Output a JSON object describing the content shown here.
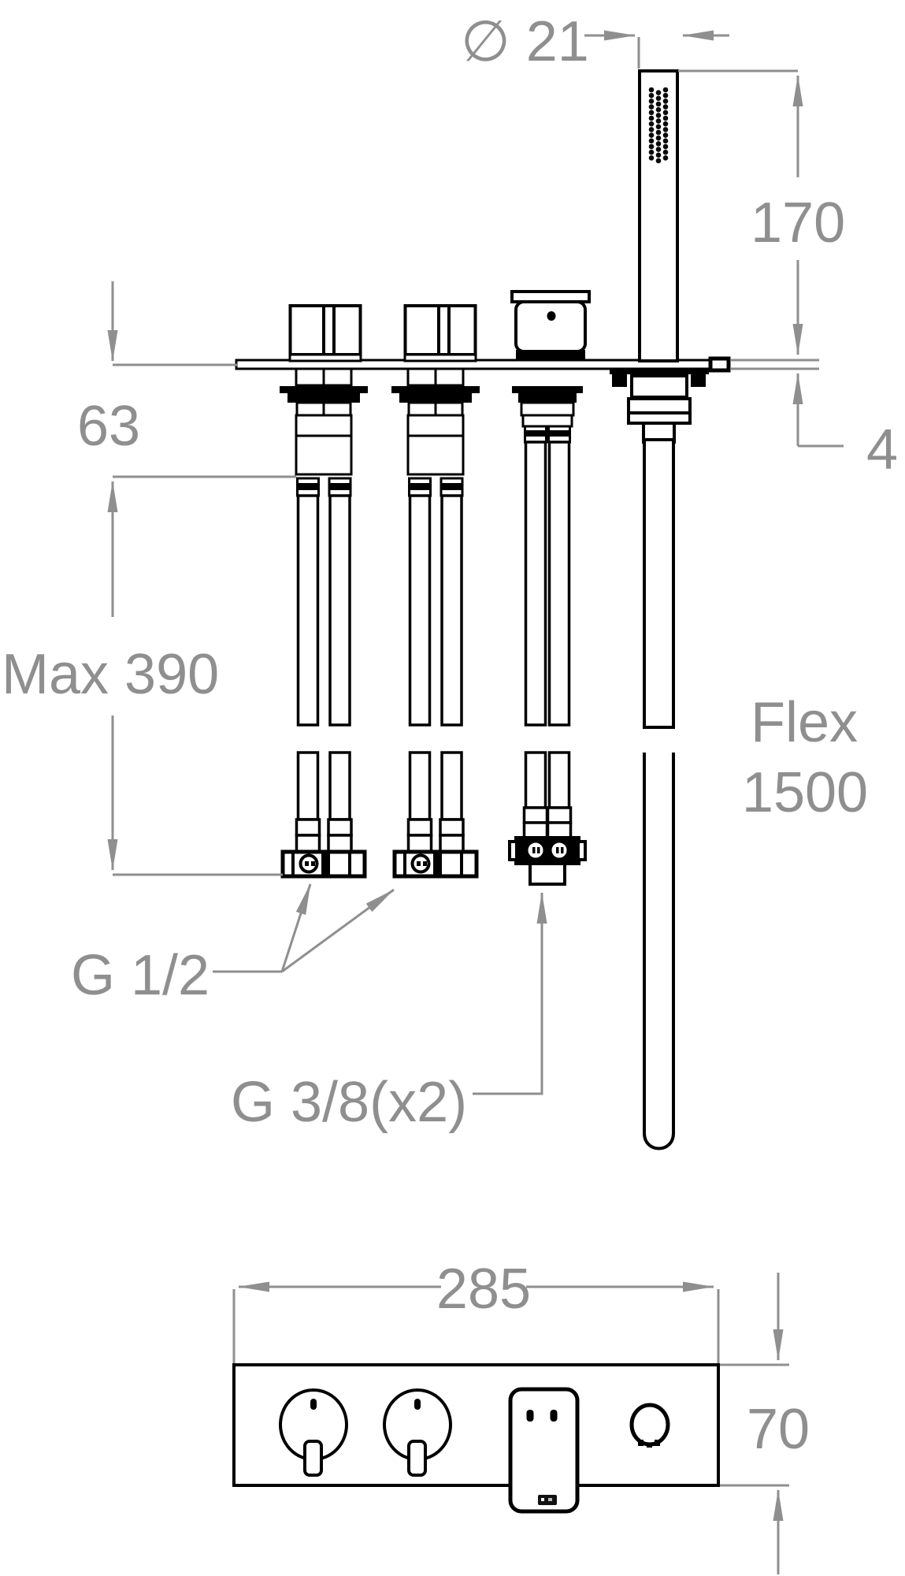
{
  "drawing": {
    "type": "technical-installation-diagram",
    "subject": "deck-mounted bath mixer with handshower",
    "colors": {
      "outline": "#000000",
      "dimension": "#8f8f8f",
      "background": "#ffffff"
    },
    "labels": {
      "handshower_diameter": "∅ 21",
      "handshower_height": "170",
      "plate_thickness": "4",
      "deck_clearance": "63",
      "max_hose_drop": "Max 390",
      "inlet_thread": "G 1/2",
      "diverter_thread": "G 3/8(x2)",
      "flex_line1": "Flex",
      "flex_line2": "1500",
      "plate_width": "285",
      "plate_height": "70"
    }
  }
}
